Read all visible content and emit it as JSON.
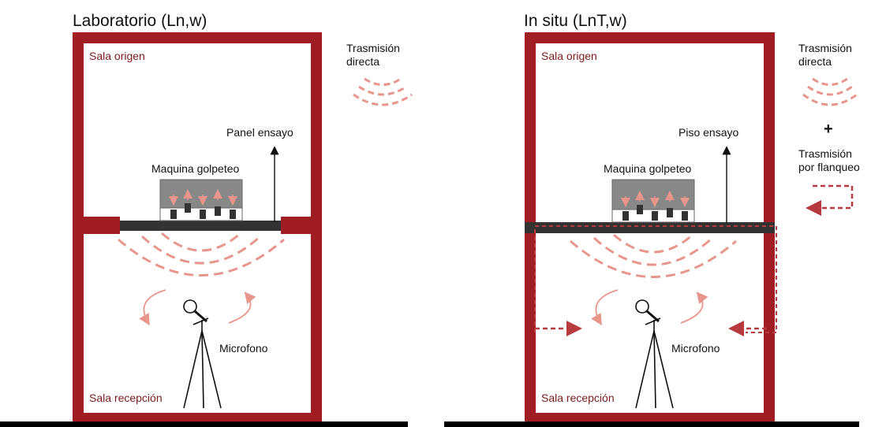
{
  "colors": {
    "wall": "#a01d23",
    "slab": "#333333",
    "wave": "#e8968c",
    "flank": "#b63a3e",
    "ink": "#111111",
    "machine": "#888888"
  },
  "left": {
    "title": "Laboratorio (Ln,w)",
    "sala_origen": "Sala origen",
    "sala_recepcion": "Sala recepción",
    "panel": "Panel ensayo",
    "maquina": "Maquina golpeteo",
    "microfono": "Microfono",
    "legend_direct_line1": "Trasmisión",
    "legend_direct_line2": "directa"
  },
  "right": {
    "title": "In situ (LnT,w)",
    "sala_origen": "Sala origen",
    "sala_recepcion": "Sala recepción",
    "piso": "Piso ensayo",
    "maquina": "Maquina golpeteo",
    "microfono": "Microfono",
    "legend_direct_line1": "Trasmisión",
    "legend_direct_line2": "directa",
    "legend_plus": "+",
    "legend_flank_line1": "Trasmisión",
    "legend_flank_line2": "por flanqueo"
  }
}
